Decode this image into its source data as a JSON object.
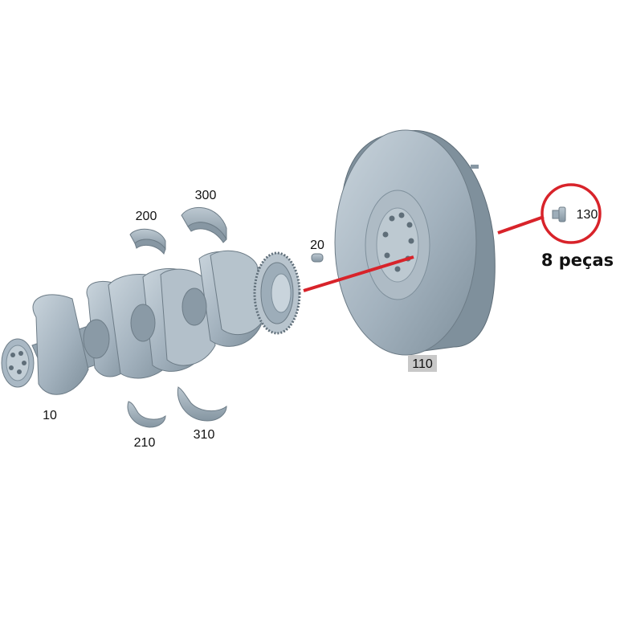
{
  "labels": {
    "part_10": "10",
    "part_20": "20",
    "part_110": "110",
    "part_130": "130",
    "part_200": "200",
    "part_210": "210",
    "part_300": "300",
    "part_310": "310"
  },
  "annotation": {
    "quantity_text": "8 peças",
    "highlight_color": "#d8232a"
  },
  "colors": {
    "part_fill": "#a9b8c4",
    "part_shade": "#7f909c",
    "part_dark": "#5f6e79",
    "part_light": "#c9d4dc",
    "label_box": "#c8c8c8"
  }
}
